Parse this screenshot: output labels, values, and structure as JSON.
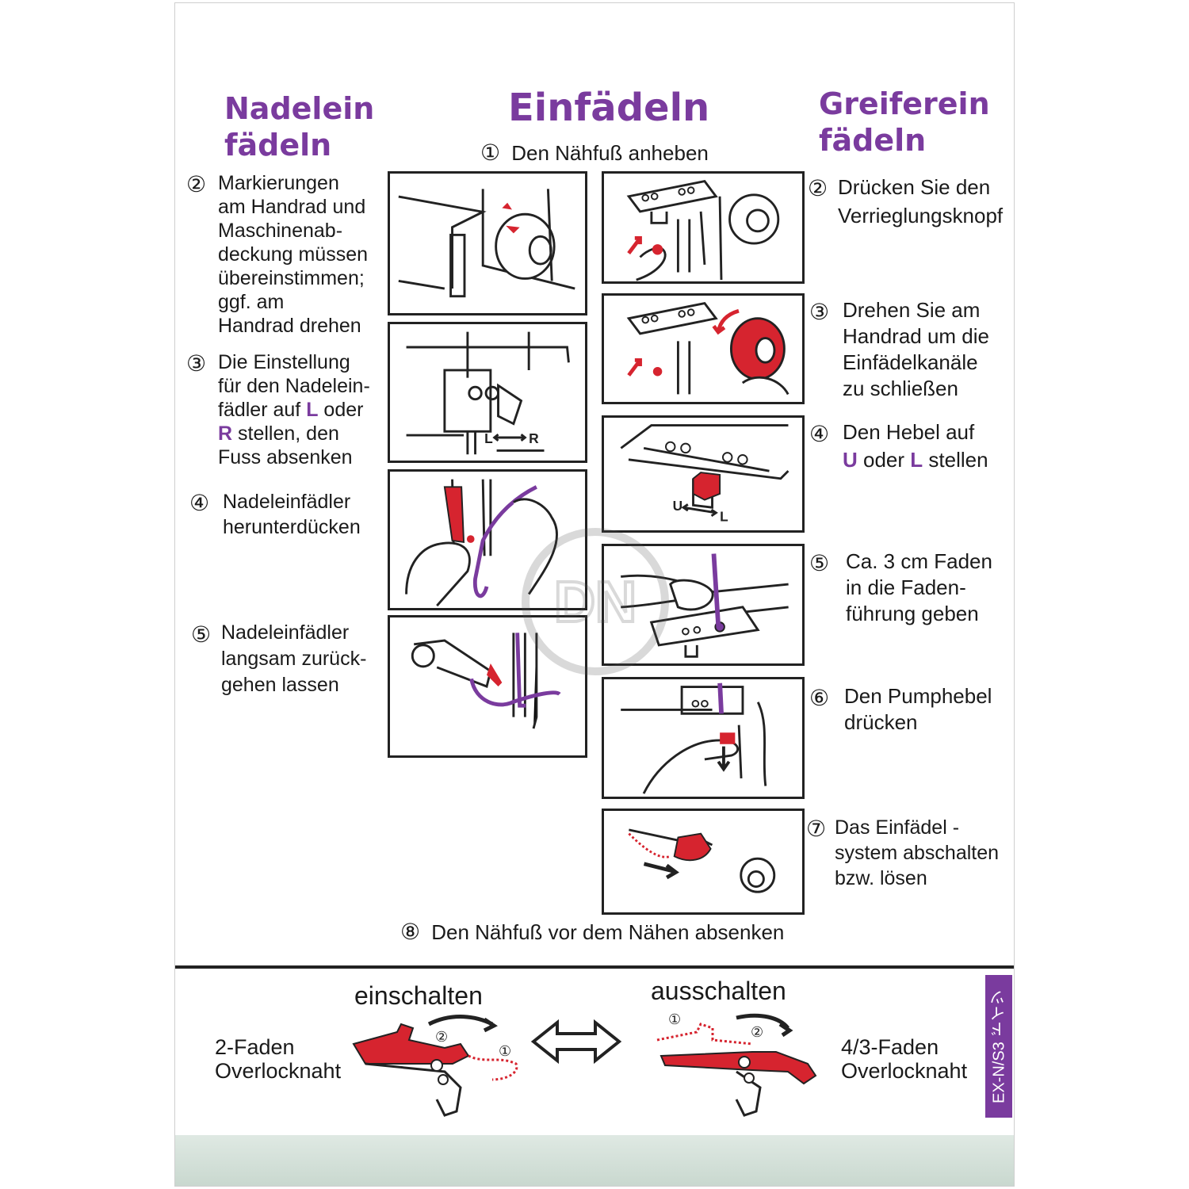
{
  "titles": {
    "left_line1": "Nadelein",
    "left_line2": "fädeln",
    "center": "Einfädeln",
    "right_line1": "Greiferein",
    "right_line2": "fädeln"
  },
  "center_step1": {
    "num": "①",
    "text": "Den Nähfuß anheben"
  },
  "left_steps": [
    {
      "num": "②",
      "lines": [
        "Markierungen",
        "am Handrad und",
        "Maschinenab-",
        "deckung müssen",
        "übereinstimmen;",
        "ggf. am",
        "Handrad drehen"
      ]
    },
    {
      "num": "③",
      "line1": "Die Einstellung",
      "line2": "für den Nadelein-",
      "line3a": "fädler auf ",
      "hl1": "L",
      "line3b": " oder",
      "hl2": "R",
      "line4b": " stellen, den",
      "line5": "Fuss absenken"
    },
    {
      "num": "④",
      "lines": [
        "Nadeleinfädler",
        "herunterdücken"
      ]
    },
    {
      "num": "⑤",
      "lines": [
        "Nadeleinfädler",
        "langsam zurück-",
        "gehen lassen"
      ]
    }
  ],
  "right_steps": [
    {
      "num": "②",
      "lines": [
        "Drücken Sie den",
        "Verrieglungsknopf"
      ]
    },
    {
      "num": "③",
      "lines": [
        "Drehen Sie am",
        "Handrad um die",
        "Einfädelkanäle",
        "zu schließen"
      ]
    },
    {
      "num": "④",
      "line1": "Den Hebel auf",
      "hl1": "U",
      "mid": " oder ",
      "hl2": "L",
      "end": " stellen"
    },
    {
      "num": "⑤",
      "lines": [
        "Ca. 3 cm Faden",
        "in die Faden-",
        "führung geben"
      ]
    },
    {
      "num": "⑥",
      "lines": [
        "Den Pumphebel",
        "drücken"
      ]
    },
    {
      "num": "⑦",
      "lines": [
        "Das Einfädel -",
        "system abschalten",
        "bzw. lösen"
      ]
    }
  ],
  "center_step8": {
    "num": "⑧",
    "text": "Den Nähfuß vor dem Nähen absenken"
  },
  "diagram_labels": {
    "lr_left": "L",
    "lr_right": "R",
    "ul_left": "U",
    "ul_right": "L"
  },
  "bottom": {
    "on_label": "einschalten",
    "off_label": "ausschalten",
    "left_line1": "2-Faden",
    "left_line2": "Overlocknaht",
    "right_line1": "4/3-Faden",
    "right_line2": "Overlocknaht",
    "arrow_num1": "①",
    "arrow_num2": "②",
    "tag": "EX-N/S3 ドイツ"
  },
  "watermark": "DN",
  "colors": {
    "purple": "#7a3b9e",
    "red": "#d6242f",
    "ink": "#222222"
  }
}
